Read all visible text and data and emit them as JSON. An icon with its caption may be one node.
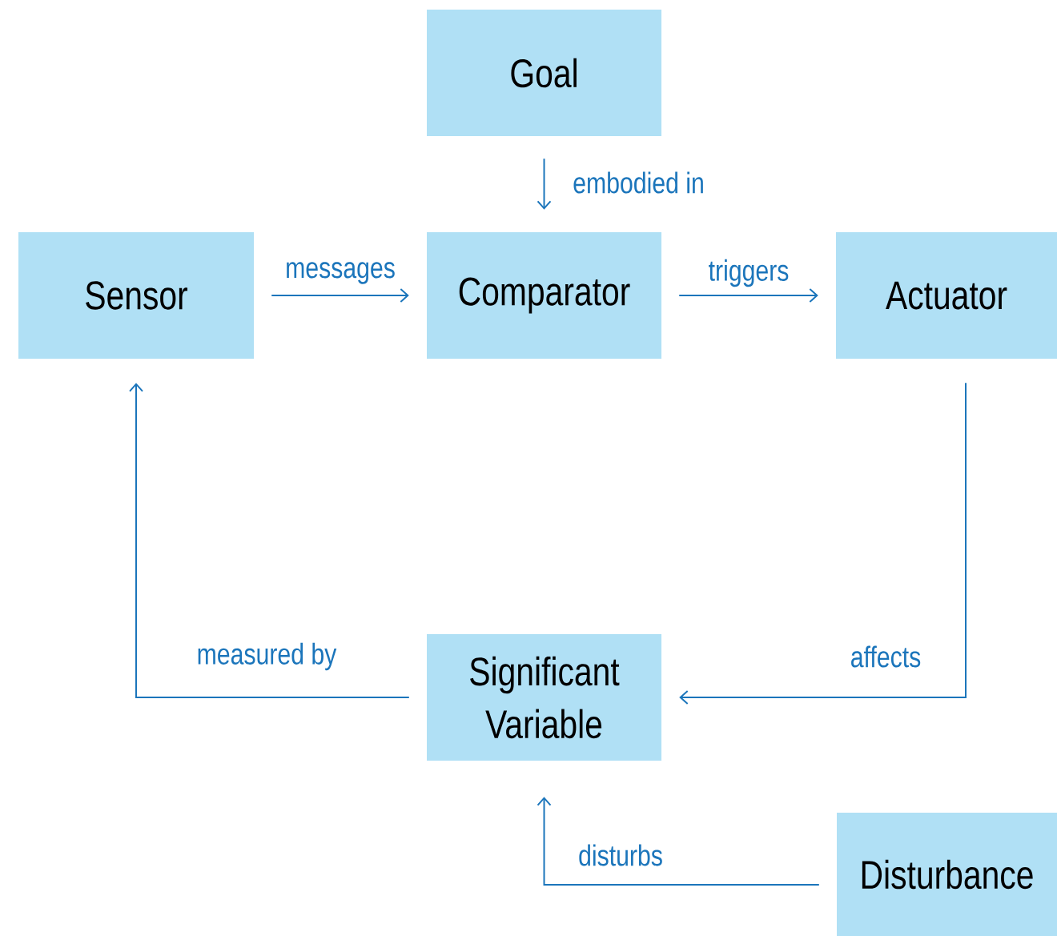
{
  "diagram": {
    "nodes": [
      {
        "text": [
          "Goal"
        ]
      },
      {
        "text": [
          "Sensor"
        ]
      },
      {
        "text": [
          "Comparator"
        ]
      },
      {
        "text": [
          "Actuator"
        ]
      },
      {
        "text": [
          "Significant Variable"
        ]
      },
      {
        "text": [
          "Disturbance"
        ]
      }
    ],
    "edges": [
      {
        "from": 0,
        "to": 2,
        "arrow": "to",
        "label": "embodied in"
      },
      {
        "from": 1,
        "to": 2,
        "arrow": "to",
        "label": "messages"
      },
      {
        "from": 2,
        "to": 3,
        "arrow": "to",
        "label": "triggers"
      },
      {
        "from": 3,
        "to": 4,
        "arrow": "to",
        "label": "affects"
      },
      {
        "from": 4,
        "to": 1,
        "arrow": "to",
        "label": "measured by"
      },
      {
        "from": 5,
        "to": 4,
        "arrow": "to",
        "label": "disturbs"
      }
    ]
  }
}
